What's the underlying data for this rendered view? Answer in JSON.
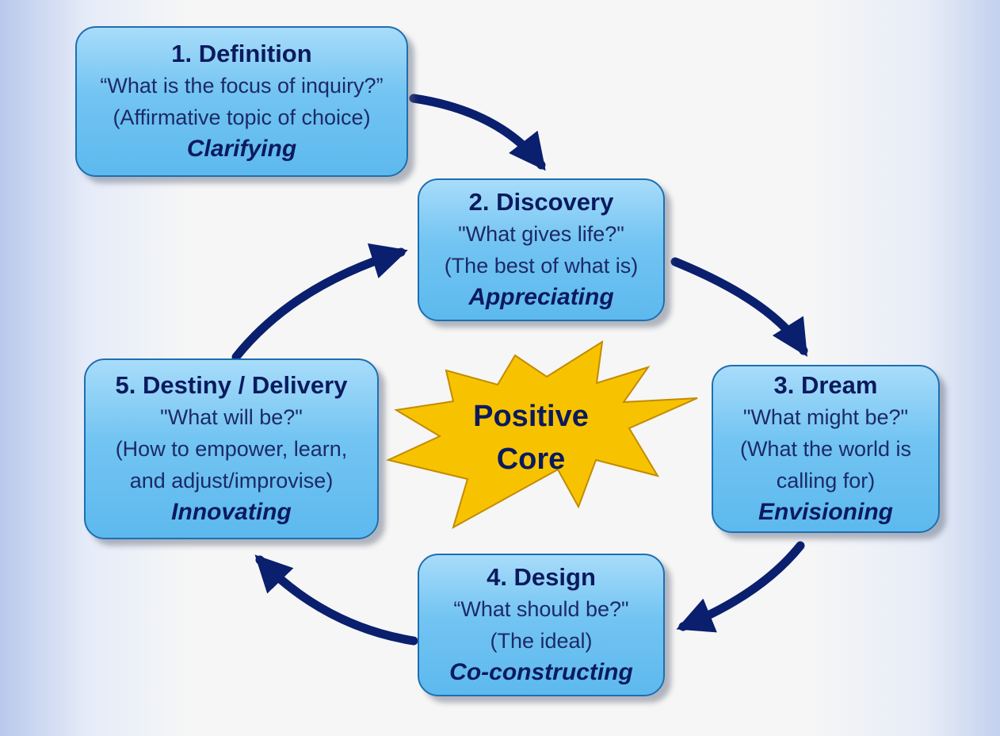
{
  "diagram": {
    "colors": {
      "box_fill": "#72c4f2",
      "box_border": "#1e6fb0",
      "arrow": "#0a1f6e",
      "star_fill": "#f7c300",
      "star_stroke": "#c38b00",
      "text": "#0b1a5e"
    },
    "core": {
      "label": "Positive\nCore",
      "shape": "starburst"
    },
    "stages": [
      {
        "title": "1. Definition",
        "text": "“What is the focus of inquiry?”\n(Affirmative topic of choice)",
        "verb": "Clarifying"
      },
      {
        "title": "2. Discovery",
        "text": "\"What gives life?\"\n(The best of what is)",
        "verb": "Appreciating"
      },
      {
        "title": "3. Dream",
        "text": "\"What might be?\"\n(What the world is\ncalling for)",
        "verb": "Envisioning"
      },
      {
        "title": "4. Design",
        "text": "“What should be?\"\n(The ideal)",
        "verb": "Co-constructing"
      },
      {
        "title": "5. Destiny / Delivery",
        "text": "\"What will be?\"\n(How to empower, learn,\nand adjust/improvise)",
        "verb": "Innovating"
      }
    ],
    "connections": [
      {
        "from": "1. Definition",
        "to": "2. Discovery"
      },
      {
        "from": "2. Discovery",
        "to": "3. Dream"
      },
      {
        "from": "3. Dream",
        "to": "4. Design"
      },
      {
        "from": "4. Design",
        "to": "5. Destiny / Delivery"
      },
      {
        "from": "5. Destiny / Delivery",
        "to": "2. Discovery"
      }
    ]
  }
}
